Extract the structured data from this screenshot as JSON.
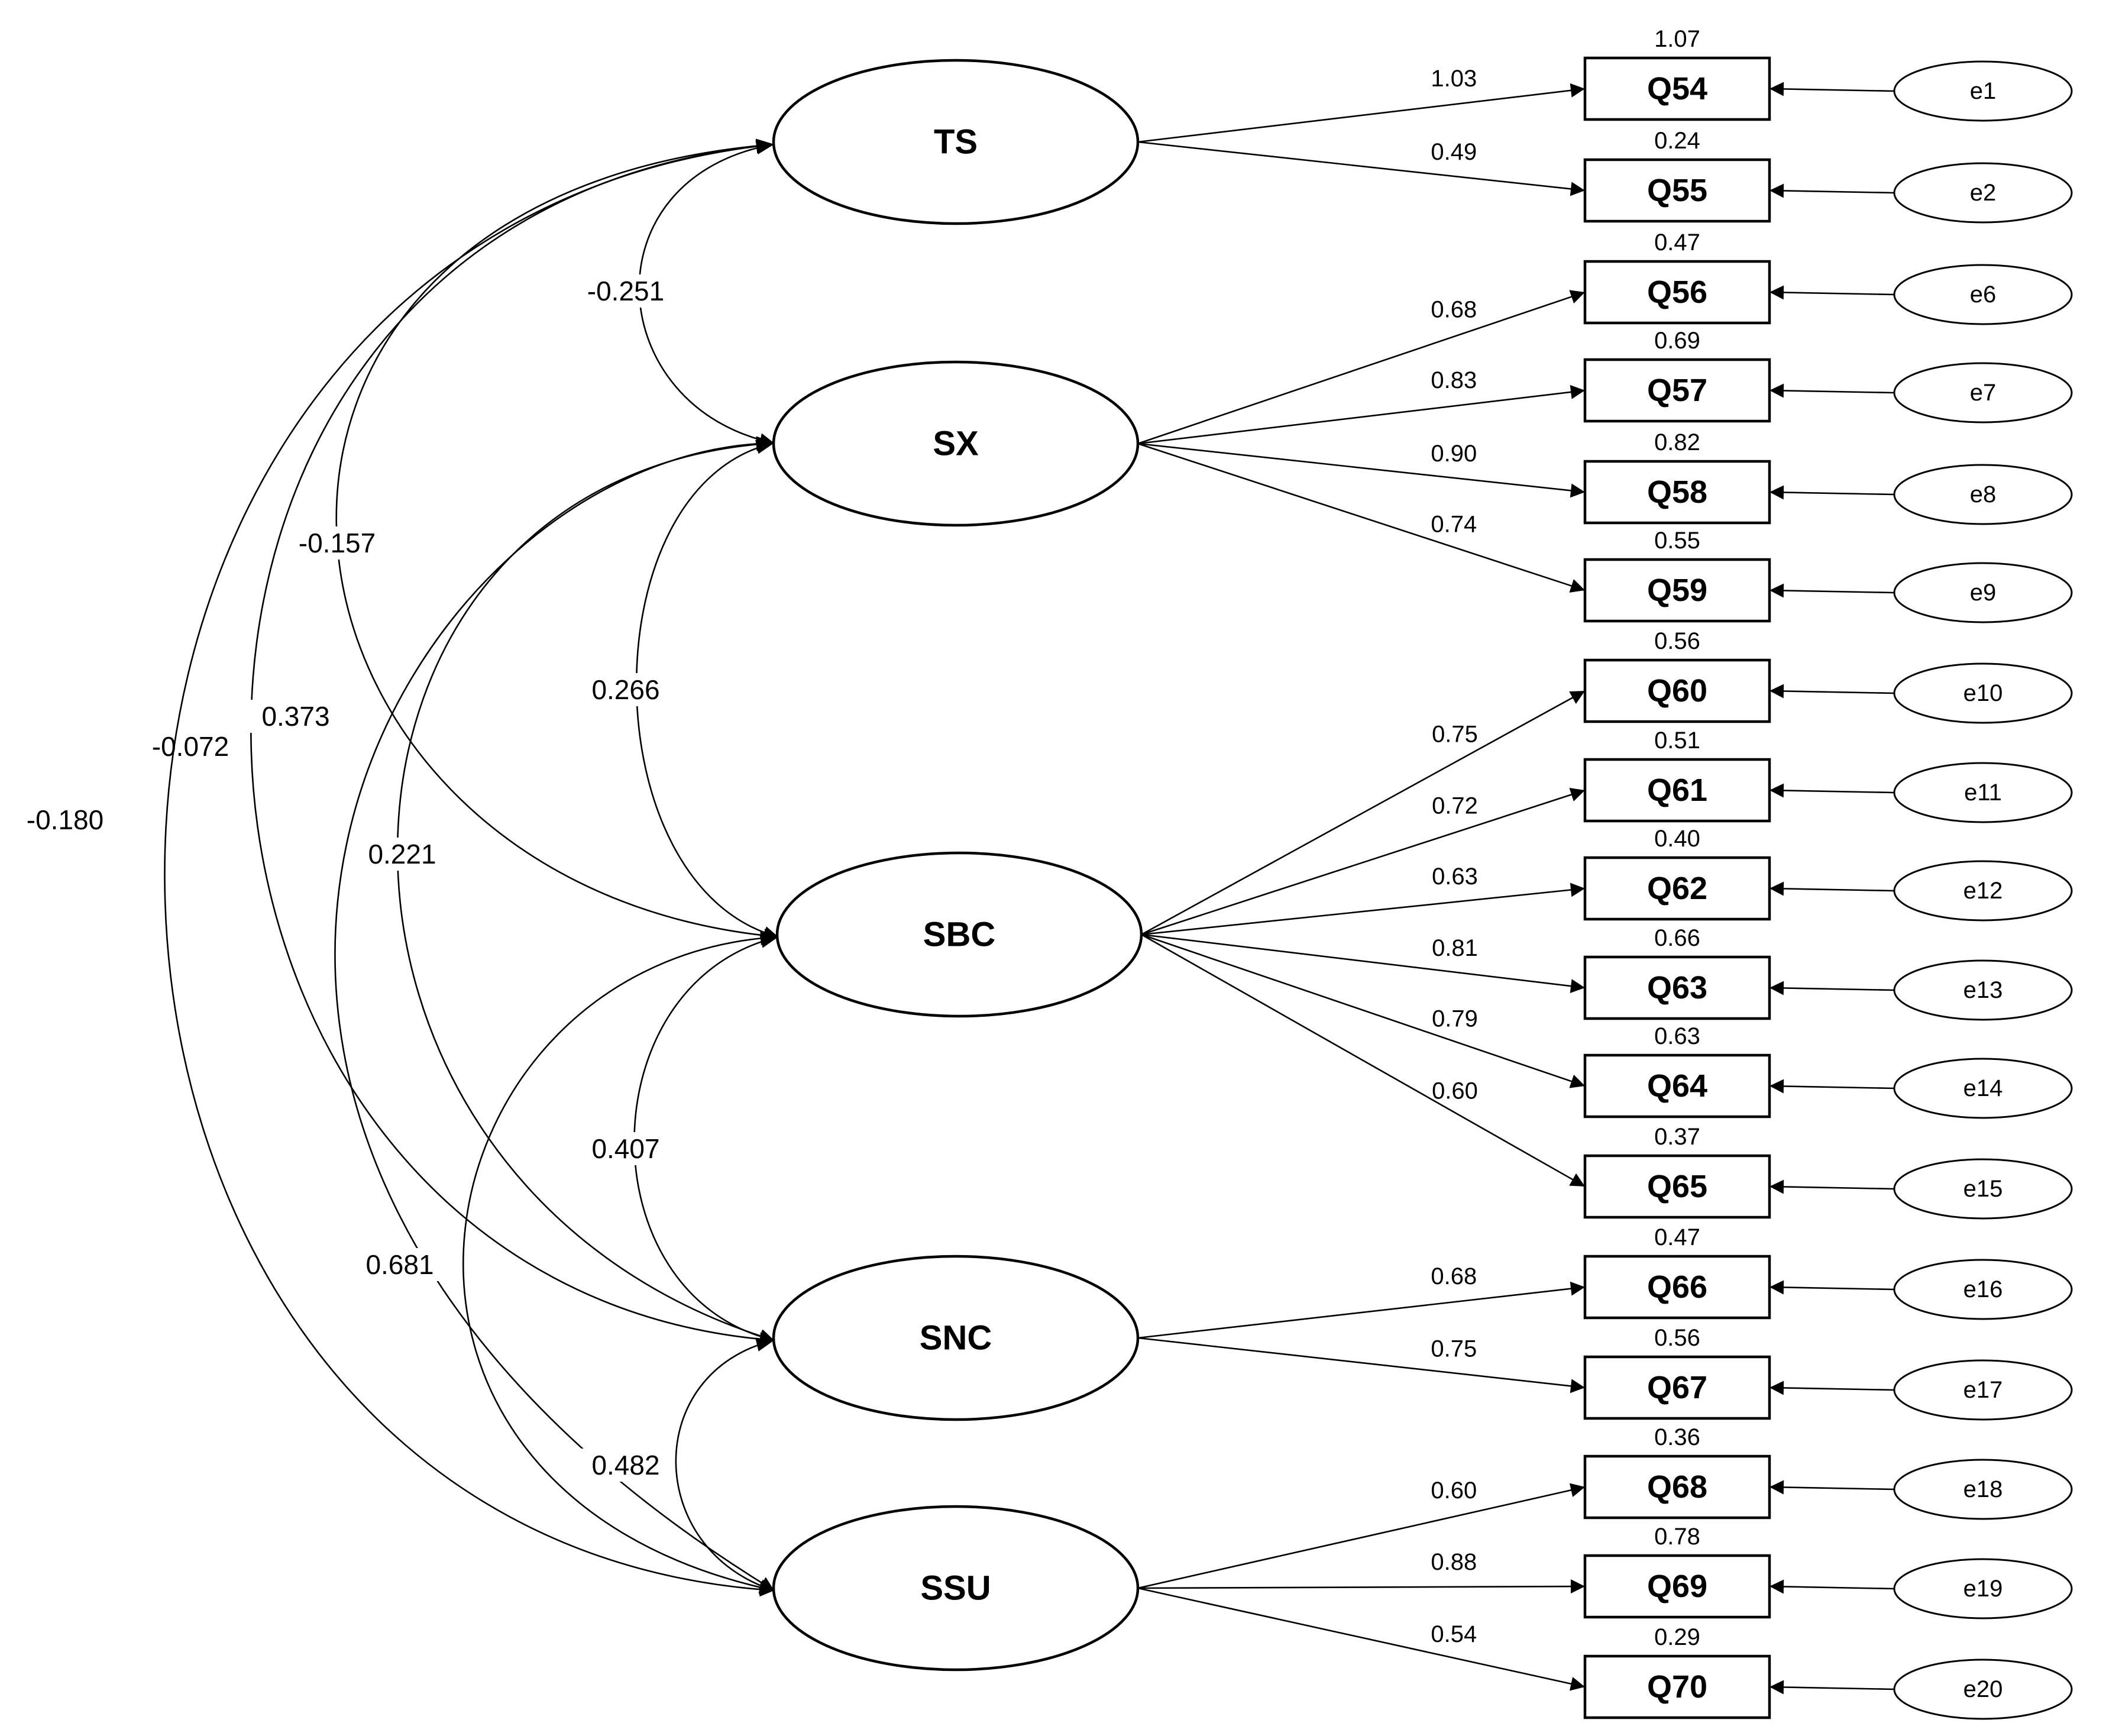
{
  "latents": [
    {
      "id": "TS",
      "label": "TS"
    },
    {
      "id": "SX",
      "label": "SX"
    },
    {
      "id": "SBC",
      "label": "SBC"
    },
    {
      "id": "SNC",
      "label": "SNC"
    },
    {
      "id": "SSU",
      "label": "SSU"
    }
  ],
  "indicators": [
    {
      "item": "Q54",
      "factor": "TS",
      "loading": "1.03",
      "r2": "1.07",
      "error": "e1"
    },
    {
      "item": "Q55",
      "factor": "TS",
      "loading": "0.49",
      "r2": "0.24",
      "error": "e2"
    },
    {
      "item": "Q56",
      "factor": "SX",
      "loading": "0.68",
      "r2": "0.47",
      "error": "e6"
    },
    {
      "item": "Q57",
      "factor": "SX",
      "loading": "0.83",
      "r2": "0.69",
      "error": "e7"
    },
    {
      "item": "Q58",
      "factor": "SX",
      "loading": "0.90",
      "r2": "0.82",
      "error": "e8"
    },
    {
      "item": "Q59",
      "factor": "SX",
      "loading": "0.74",
      "r2": "0.55",
      "error": "e9"
    },
    {
      "item": "Q60",
      "factor": "SBC",
      "loading": "0.75",
      "r2": "0.56",
      "error": "e10"
    },
    {
      "item": "Q61",
      "factor": "SBC",
      "loading": "0.72",
      "r2": "0.51",
      "error": "e11"
    },
    {
      "item": "Q62",
      "factor": "SBC",
      "loading": "0.63",
      "r2": "0.40",
      "error": "e12"
    },
    {
      "item": "Q63",
      "factor": "SBC",
      "loading": "0.81",
      "r2": "0.66",
      "error": "e13"
    },
    {
      "item": "Q64",
      "factor": "SBC",
      "loading": "0.79",
      "r2": "0.63",
      "error": "e14"
    },
    {
      "item": "Q65",
      "factor": "SBC",
      "loading": "0.60",
      "r2": "0.37",
      "error": "e15"
    },
    {
      "item": "Q66",
      "factor": "SNC",
      "loading": "0.68",
      "r2": "0.47",
      "error": "e16"
    },
    {
      "item": "Q67",
      "factor": "SNC",
      "loading": "0.75",
      "r2": "0.56",
      "error": "e17"
    },
    {
      "item": "Q68",
      "factor": "SSU",
      "loading": "0.60",
      "r2": "0.36",
      "error": "e18"
    },
    {
      "item": "Q69",
      "factor": "SSU",
      "loading": "0.88",
      "r2": "0.78",
      "error": "e19"
    },
    {
      "item": "Q70",
      "factor": "SSU",
      "loading": "0.54",
      "r2": "0.29",
      "error": "e20"
    }
  ],
  "covariances": [
    {
      "from": "TS",
      "to": "SX",
      "value": "-0.251"
    },
    {
      "from": "TS",
      "to": "SBC",
      "value": "-0.157"
    },
    {
      "from": "TS",
      "to": "SNC",
      "value": "-0.072"
    },
    {
      "from": "TS",
      "to": "SSU",
      "value": "-0.180"
    },
    {
      "from": "SX",
      "to": "SBC",
      "value": "0.266"
    },
    {
      "from": "SX",
      "to": "SNC",
      "value": "0.221"
    },
    {
      "from": "SX",
      "to": "SSU",
      "value": "0.373"
    },
    {
      "from": "SBC",
      "to": "SNC",
      "value": "0.407"
    },
    {
      "from": "SBC",
      "to": "SSU",
      "value": "0.681"
    },
    {
      "from": "SNC",
      "to": "SSU",
      "value": "0.482"
    }
  ]
}
